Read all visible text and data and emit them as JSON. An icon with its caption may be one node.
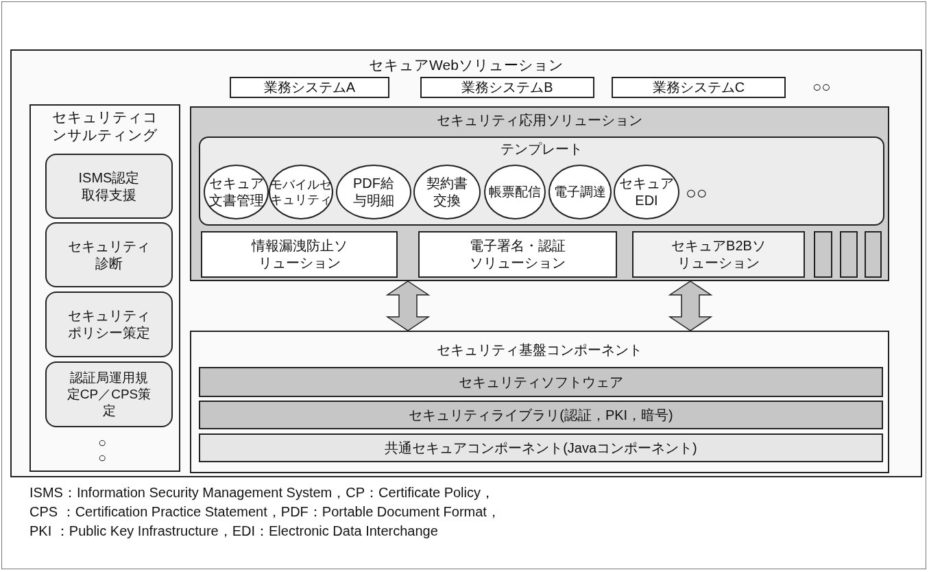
{
  "diagram": {
    "nodes": [
      {
        "text": [
          "セキュアWebソリューション"
        ]
      },
      {
        "text": [
          "業務システムA"
        ],
        "in": 0
      },
      {
        "text": [
          "業務システムB"
        ],
        "in": 0
      },
      {
        "text": [
          "業務システムC"
        ],
        "in": 0
      },
      {
        "text": [
          "セキュリティコンサルティング"
        ],
        "in": 0
      },
      {
        "text": [
          "ISMS認定取得支援"
        ],
        "in": 4
      },
      {
        "text": [
          "セキュリティ診断"
        ],
        "in": 4
      },
      {
        "text": [
          "セキュリティポリシー策定"
        ],
        "in": 4
      },
      {
        "text": [
          "認証局運用規定CP／CPS策定"
        ],
        "in": 4
      },
      {
        "text": [
          "セキュリティ応用ソリューション"
        ],
        "in": 0
      },
      {
        "text": [
          "テンプレート"
        ],
        "in": 9
      },
      {
        "text": [
          "セキュア文書管理"
        ],
        "in": 10
      },
      {
        "text": [
          "モバイルセキュリティ"
        ],
        "in": 10
      },
      {
        "text": [
          "PDF給与明細"
        ],
        "in": 10
      },
      {
        "text": [
          "契約書交換"
        ],
        "in": 10
      },
      {
        "text": [
          "帳票配信"
        ],
        "in": 10
      },
      {
        "text": [
          "電子調達"
        ],
        "in": 10
      },
      {
        "text": [
          "セキュアEDI"
        ],
        "in": 10
      },
      {
        "text": [
          "情報漏洩防止ソリューション"
        ],
        "in": 9
      },
      {
        "text": [
          "電子署名・認証ソリューション"
        ],
        "in": 9
      },
      {
        "text": [
          "セキュアB2Bソリューション"
        ],
        "in": 9
      },
      {
        "text": [],
        "shape": "box",
        "in": 9
      },
      {
        "text": [],
        "shape": "box",
        "in": 9
      },
      {
        "text": [],
        "shape": "box",
        "in": 9
      },
      {
        "text": [
          "セキュリティ基盤コンポーネント"
        ],
        "in": 0
      },
      {
        "text": [
          "セキュリティソフトウェア"
        ],
        "in": 24
      },
      {
        "text": [
          "セキュリティライブラリ(認証，PKI，暗号)"
        ],
        "in": 24
      },
      {
        "text": [
          "共通セキュアコンポーネント(Javaコンポーネント)"
        ],
        "in": 24
      }
    ],
    "edges": [
      {
        "from": 9,
        "to": 24,
        "arrow": "both"
      },
      {
        "from": 9,
        "to": 24,
        "arrow": "both"
      }
    ],
    "labels": [
      "○○",
      "○○",
      "○○",
      "ISMS：Information Security Management System，CP：Certificate Policy，",
      "CPS ：Certification Practice Statement，PDF：Portable Document Format，",
      "PKI ：Public Key Infrastructure，EDI：Electronic Data Interchange"
    ]
  }
}
